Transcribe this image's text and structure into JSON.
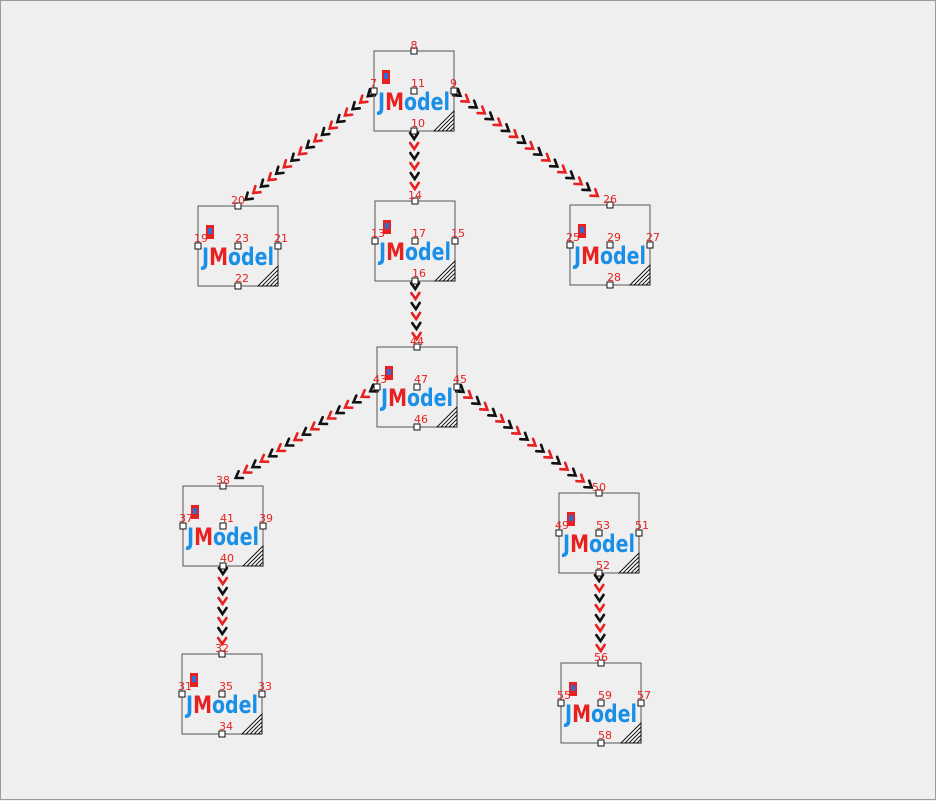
{
  "colors": {
    "background": "#efefef",
    "node_border": "#555555",
    "port_label": "#e82020",
    "logo_j": "#1a8fe8",
    "logo_m": "#e82020",
    "logo_odel": "#1a8fe8",
    "badge_red": "#e82020",
    "badge_blue": "#2a6fd8",
    "link_black": "#111111",
    "link_red": "#e82020"
  },
  "logo": {
    "j": "J",
    "m": "M",
    "odel": "odel",
    "icon": "jmodel-logo-icon"
  },
  "nodes": [
    {
      "id": "n1",
      "ports": {
        "top": "8",
        "left": "7",
        "right": "9",
        "center": "11",
        "bottom": "10"
      }
    },
    {
      "id": "n2",
      "ports": {
        "top": "20",
        "left": "19",
        "right": "21",
        "center": "23",
        "bottom": "22"
      }
    },
    {
      "id": "n3",
      "ports": {
        "top": "14",
        "left": "13",
        "right": "15",
        "center": "17",
        "bottom": "16"
      }
    },
    {
      "id": "n4",
      "ports": {
        "top": "26",
        "left": "25",
        "right": "27",
        "center": "29",
        "bottom": "28"
      }
    },
    {
      "id": "n5",
      "ports": {
        "top": "44",
        "left": "43",
        "right": "45",
        "center": "47",
        "bottom": "46"
      }
    },
    {
      "id": "n6",
      "ports": {
        "top": "38",
        "left": "37",
        "right": "39",
        "center": "41",
        "bottom": "40"
      }
    },
    {
      "id": "n7",
      "ports": {
        "top": "50",
        "left": "49",
        "right": "51",
        "center": "53",
        "bottom": "52"
      }
    },
    {
      "id": "n8",
      "ports": {
        "top": "32",
        "left": "31",
        "right": "33",
        "center": "35",
        "bottom": "34"
      }
    },
    {
      "id": "n9",
      "ports": {
        "top": "56",
        "left": "55",
        "right": "57",
        "center": "59",
        "bottom": "58"
      }
    }
  ],
  "links": [
    {
      "from": "n1",
      "from_port": "left",
      "to": "n2",
      "to_port": "top"
    },
    {
      "from": "n1",
      "from_port": "bottom",
      "to": "n3",
      "to_port": "top"
    },
    {
      "from": "n1",
      "from_port": "right",
      "to": "n4",
      "to_port": "top"
    },
    {
      "from": "n3",
      "from_port": "bottom",
      "to": "n5",
      "to_port": "top"
    },
    {
      "from": "n5",
      "from_port": "left",
      "to": "n6",
      "to_port": "top"
    },
    {
      "from": "n5",
      "from_port": "right",
      "to": "n7",
      "to_port": "top"
    },
    {
      "from": "n6",
      "from_port": "bottom",
      "to": "n8",
      "to_port": "top"
    },
    {
      "from": "n7",
      "from_port": "bottom",
      "to": "n9",
      "to_port": "top"
    }
  ]
}
